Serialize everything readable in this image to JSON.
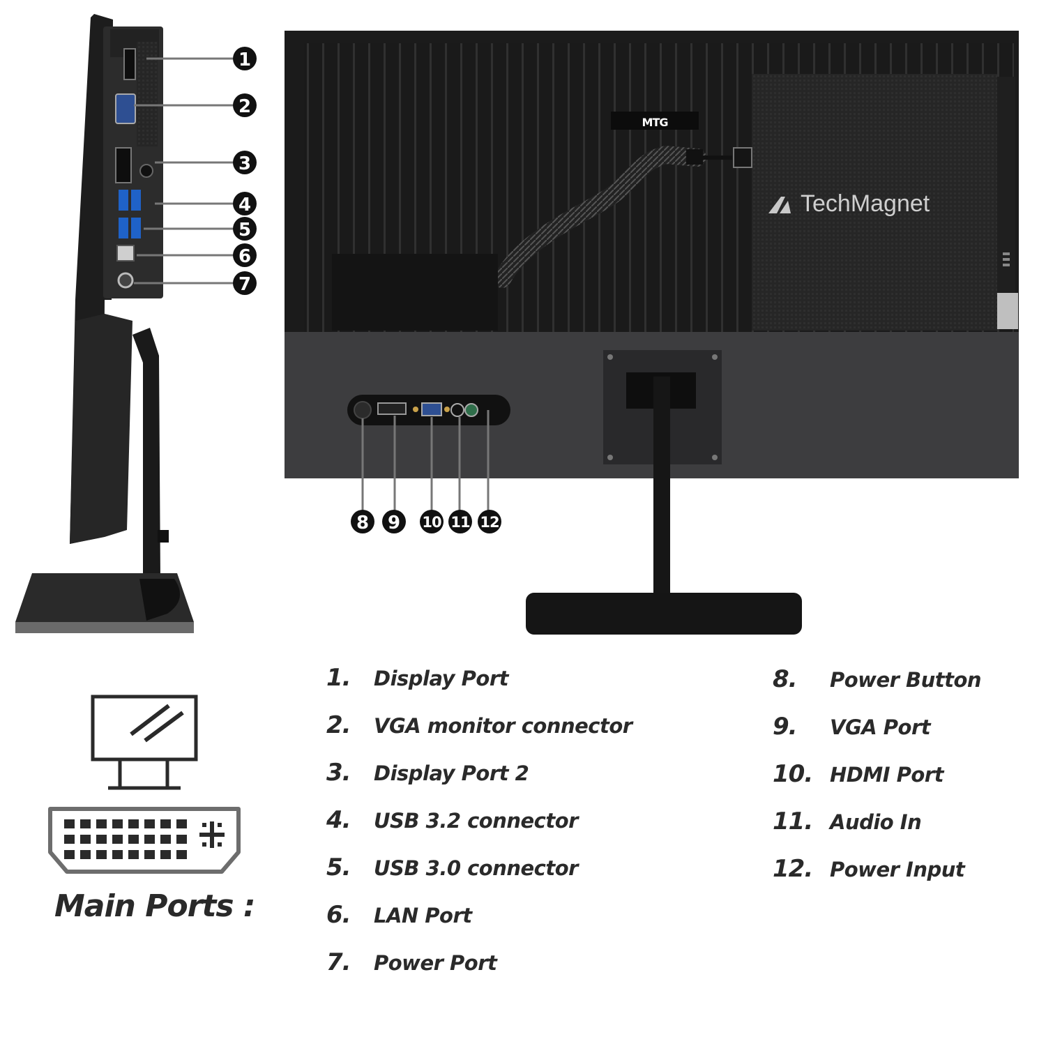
{
  "brand": {
    "name": "TechMagnet",
    "badge": "MTG"
  },
  "callouts": [
    "1",
    "2",
    "3",
    "4",
    "5",
    "6",
    "7",
    "8",
    "9",
    "10",
    "11",
    "12"
  ],
  "legend_left": [
    {
      "num": "1.",
      "label": "Display Port"
    },
    {
      "num": "2.",
      "label": "VGA monitor connector"
    },
    {
      "num": "3.",
      "label": "Display Port 2"
    },
    {
      "num": "4.",
      "label": "USB 3.2 connector"
    },
    {
      "num": "5.",
      "label": "USB 3.0 connector"
    },
    {
      "num": "6.",
      "label": "LAN Port"
    },
    {
      "num": "7.",
      "label": "Power Port"
    }
  ],
  "legend_right": [
    {
      "num": "8.",
      "label": "Power Button"
    },
    {
      "num": "9.",
      "label": "VGA Port"
    },
    {
      "num": "10.",
      "label": "HDMI Port"
    },
    {
      "num": "11.",
      "label": "Audio In"
    },
    {
      "num": "12.",
      "label": "Power Input"
    }
  ],
  "main_ports_label": "Main Ports :",
  "icons": [
    "monitor-icon",
    "dvi-connector-icon"
  ],
  "colors": {
    "panel": "#1c1c1c",
    "stripes": "#2b2b2b",
    "lower_panel": "#3e3e40",
    "callout_fill": "#111111",
    "legend_text": "#2a2a2a"
  }
}
